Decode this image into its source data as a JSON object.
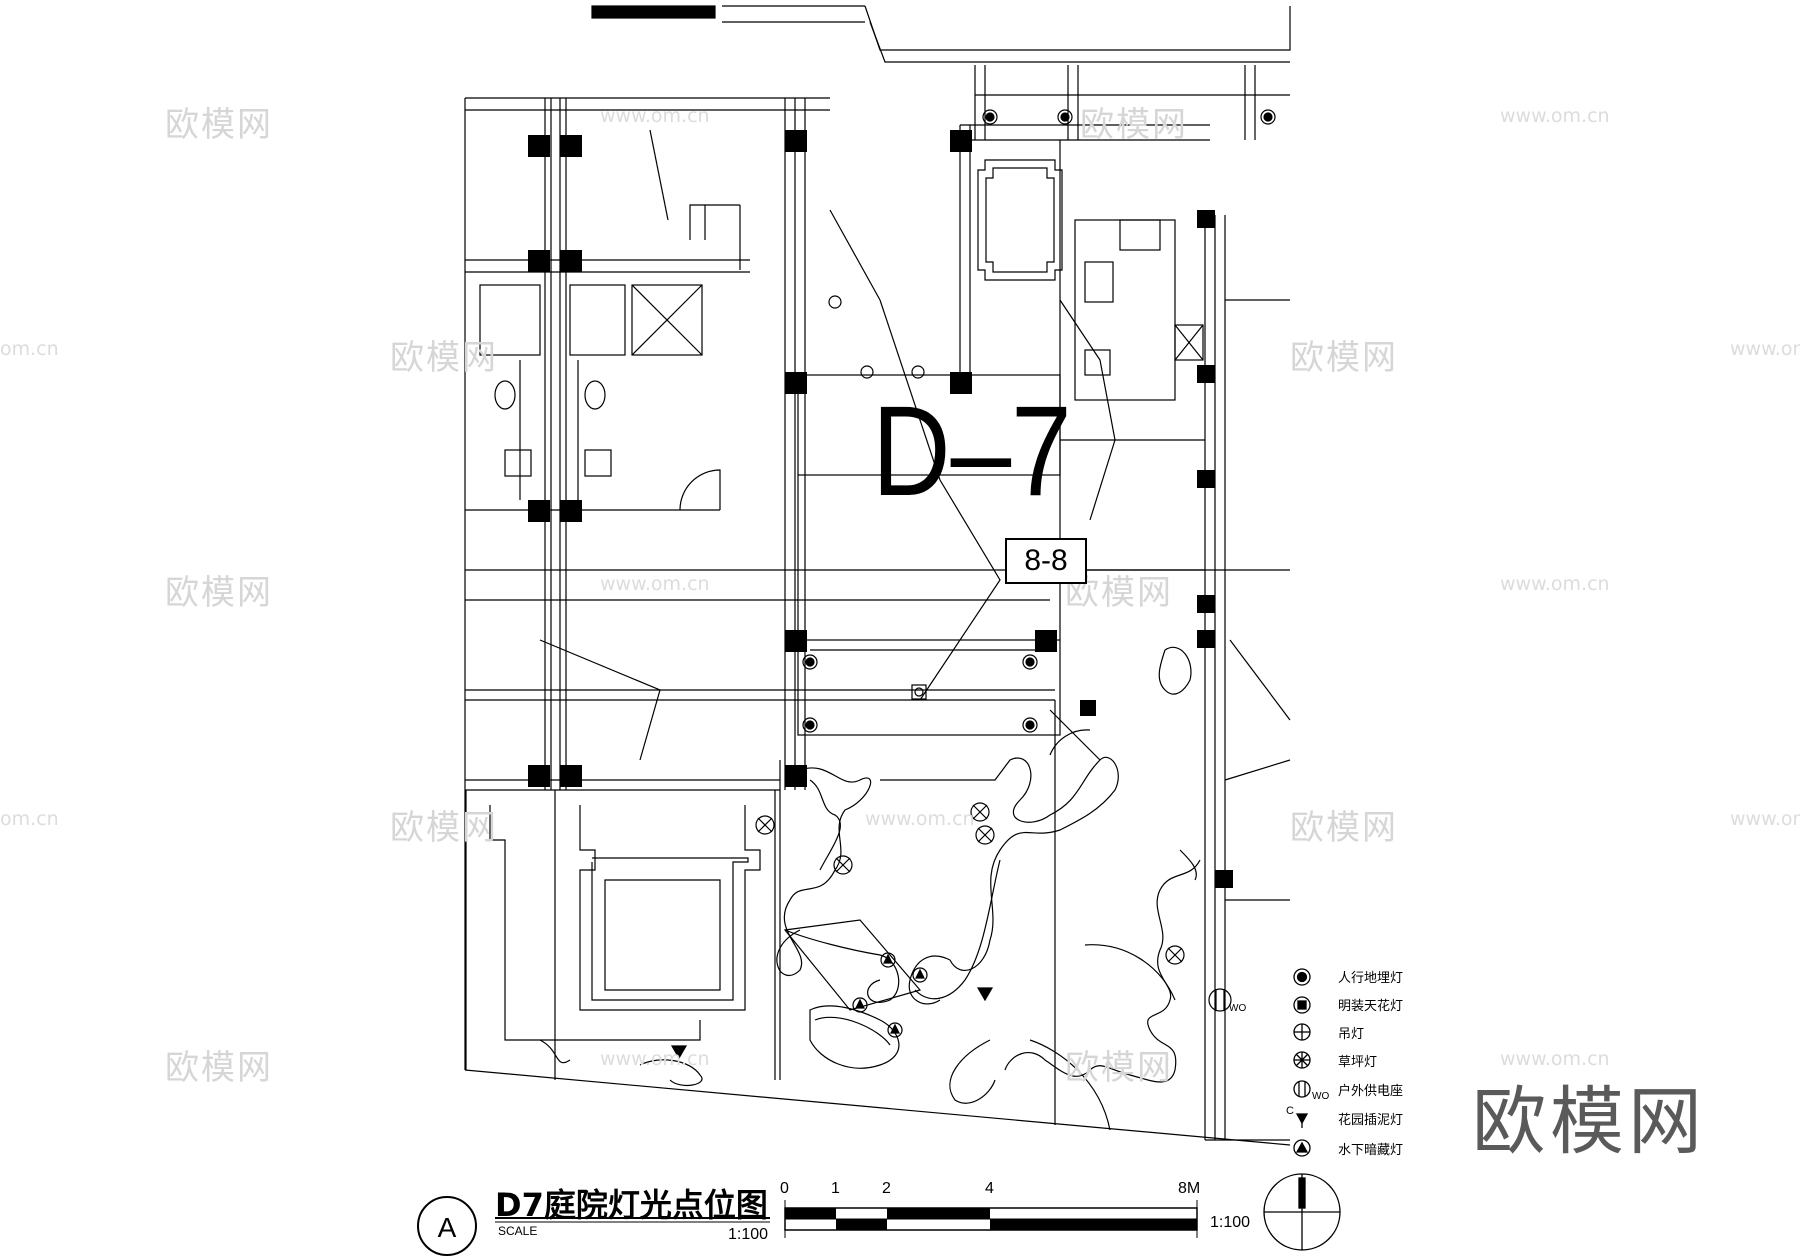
{
  "drawing": {
    "unit_label": "D–7",
    "section_label": "8-8",
    "title_marker": "A",
    "title": "D7庭院灯光点位图",
    "scale_word": "SCALE",
    "title_scale": "1:100",
    "bar_scale": "1:100",
    "scale_ticks": [
      "0",
      "1",
      "2",
      "4",
      "8M"
    ],
    "socket_code": "WO"
  },
  "legend": [
    {
      "icon": "inground-path-light-icon",
      "label": "人行地埋灯"
    },
    {
      "icon": "surface-ceiling-light-icon",
      "label": "明装天花灯"
    },
    {
      "icon": "pendant-light-icon",
      "label": "吊灯"
    },
    {
      "icon": "lawn-light-icon",
      "label": "草坪灯"
    },
    {
      "icon": "outdoor-socket-icon",
      "label": "户外供电座"
    },
    {
      "icon": "garden-spike-light-icon",
      "label": "花园插泥灯"
    },
    {
      "icon": "underwater-light-icon",
      "label": "水下暗藏灯"
    }
  ],
  "legend_marks": {
    "socket_code": "WO",
    "spike_code": "C"
  },
  "watermarks": {
    "brand": "欧模网",
    "url": "www.om.cn",
    "short_url": "om.cn"
  }
}
